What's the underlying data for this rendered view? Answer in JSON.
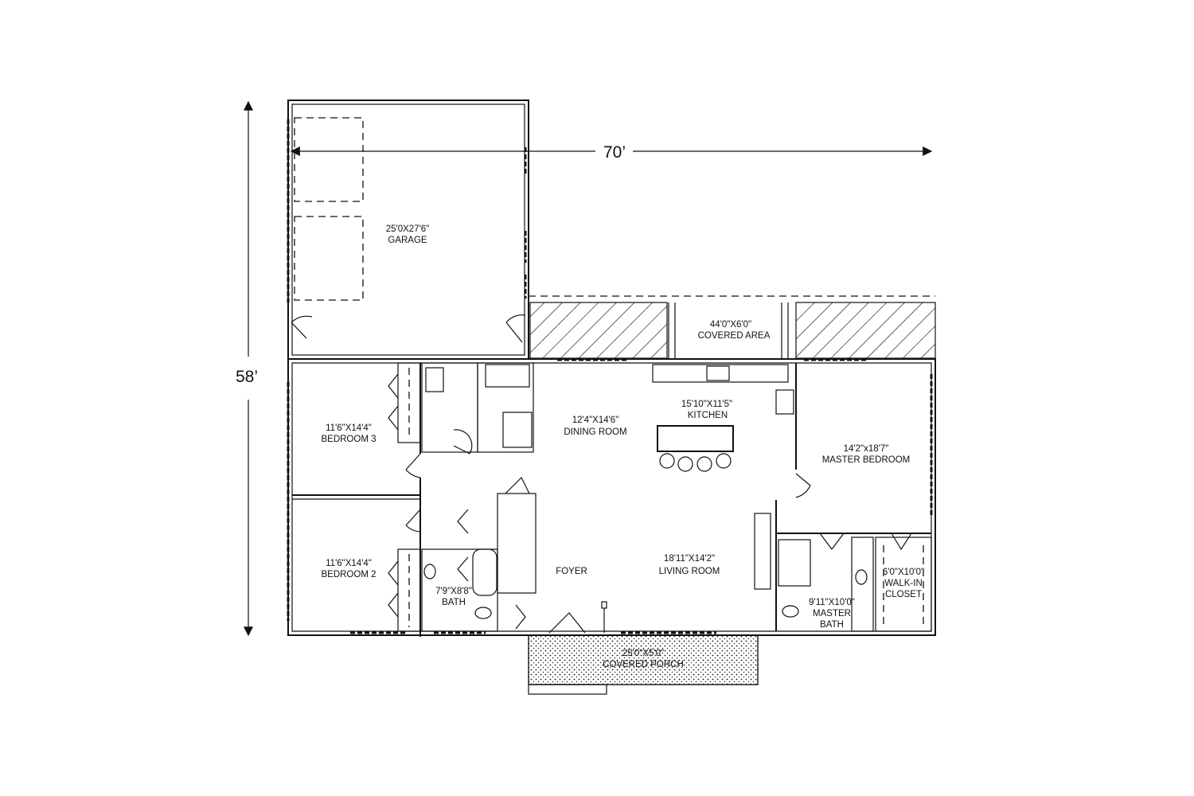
{
  "dimensions": {
    "width": "70’",
    "height": "58’"
  },
  "rooms": {
    "garage": {
      "size": "25'0X27'6\"",
      "name": "GARAGE"
    },
    "covered_area": {
      "size": "44'0\"X6'0\"",
      "name": "COVERED AREA"
    },
    "kitchen": {
      "size": "15'10\"X11'5\"",
      "name": "KITCHEN"
    },
    "dining": {
      "size": "12'4\"X14'6\"",
      "name": "DINING ROOM"
    },
    "bedroom3": {
      "size": "11'6\"X14'4\"",
      "name": "BEDROOM 3"
    },
    "bedroom2": {
      "size": "11'6\"X14'4\"",
      "name": "BEDROOM 2"
    },
    "master_bedroom": {
      "size": "14'2\"x18'7\"",
      "name": "MASTER BEDROOM"
    },
    "living": {
      "size": "18'11\"X14'2\"",
      "name": "LIVING ROOM"
    },
    "foyer": {
      "name": "FOYER"
    },
    "bath": {
      "size": "7'9\"X8'8\"",
      "name": "BATH"
    },
    "master_bath": {
      "size": "9'11\"X10'0\"",
      "name_line1": "MASTER",
      "name_line2": "BATH"
    },
    "closet": {
      "size": "6'0\"X10'0\"",
      "name_line1": "WALK-IN",
      "name_line2": "CLOSET"
    },
    "porch": {
      "size": "25'0\"X5'0\"",
      "name": "COVERED PORCH"
    }
  }
}
